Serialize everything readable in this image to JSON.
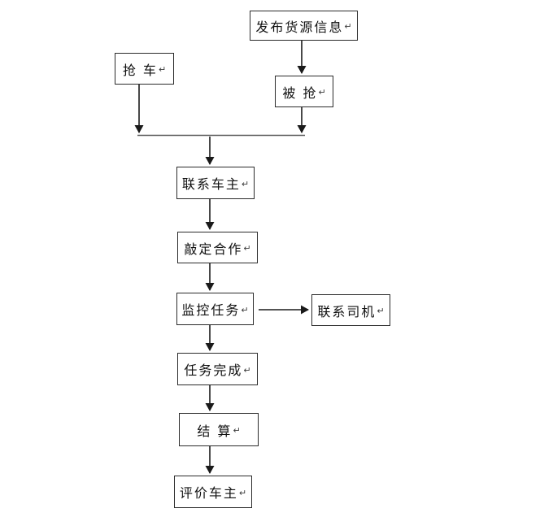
{
  "colors": {
    "background": "#ffffff",
    "box_border": "#2b2b2b",
    "text": "#111111",
    "arrow": "#1a1a1a",
    "merge_bar": "#595959"
  },
  "nodes": [
    {
      "id": "publish-info",
      "label": "发布货源信息",
      "mark": "↵"
    },
    {
      "id": "grab-car",
      "label": "抢 车",
      "mark": "↵"
    },
    {
      "id": "be-grabbed",
      "label": "被 抢",
      "mark": "↵"
    },
    {
      "id": "contact-owner",
      "label": "联系车主",
      "mark": "↵"
    },
    {
      "id": "finalize-cooperation",
      "label": "敲定合作",
      "mark": "↵"
    },
    {
      "id": "monitor-task",
      "label": "监控任务",
      "mark": "↵"
    },
    {
      "id": "contact-driver",
      "label": "联系司机",
      "mark": "↵"
    },
    {
      "id": "task-complete",
      "label": "任务完成",
      "mark": "↵"
    },
    {
      "id": "settlement",
      "label": "结 算",
      "mark": "↵"
    },
    {
      "id": "evaluate-owner",
      "label": "评价车主",
      "mark": "↵"
    }
  ],
  "edges": [
    {
      "from": "publish-info",
      "to": "be-grabbed"
    },
    {
      "from": "grab-car",
      "to": "merge-bar"
    },
    {
      "from": "be-grabbed",
      "to": "merge-bar"
    },
    {
      "from": "merge-bar",
      "to": "contact-owner"
    },
    {
      "from": "contact-owner",
      "to": "finalize-cooperation"
    },
    {
      "from": "finalize-cooperation",
      "to": "monitor-task"
    },
    {
      "from": "monitor-task",
      "to": "contact-driver"
    },
    {
      "from": "monitor-task",
      "to": "task-complete"
    },
    {
      "from": "task-complete",
      "to": "settlement"
    },
    {
      "from": "settlement",
      "to": "evaluate-owner"
    }
  ]
}
